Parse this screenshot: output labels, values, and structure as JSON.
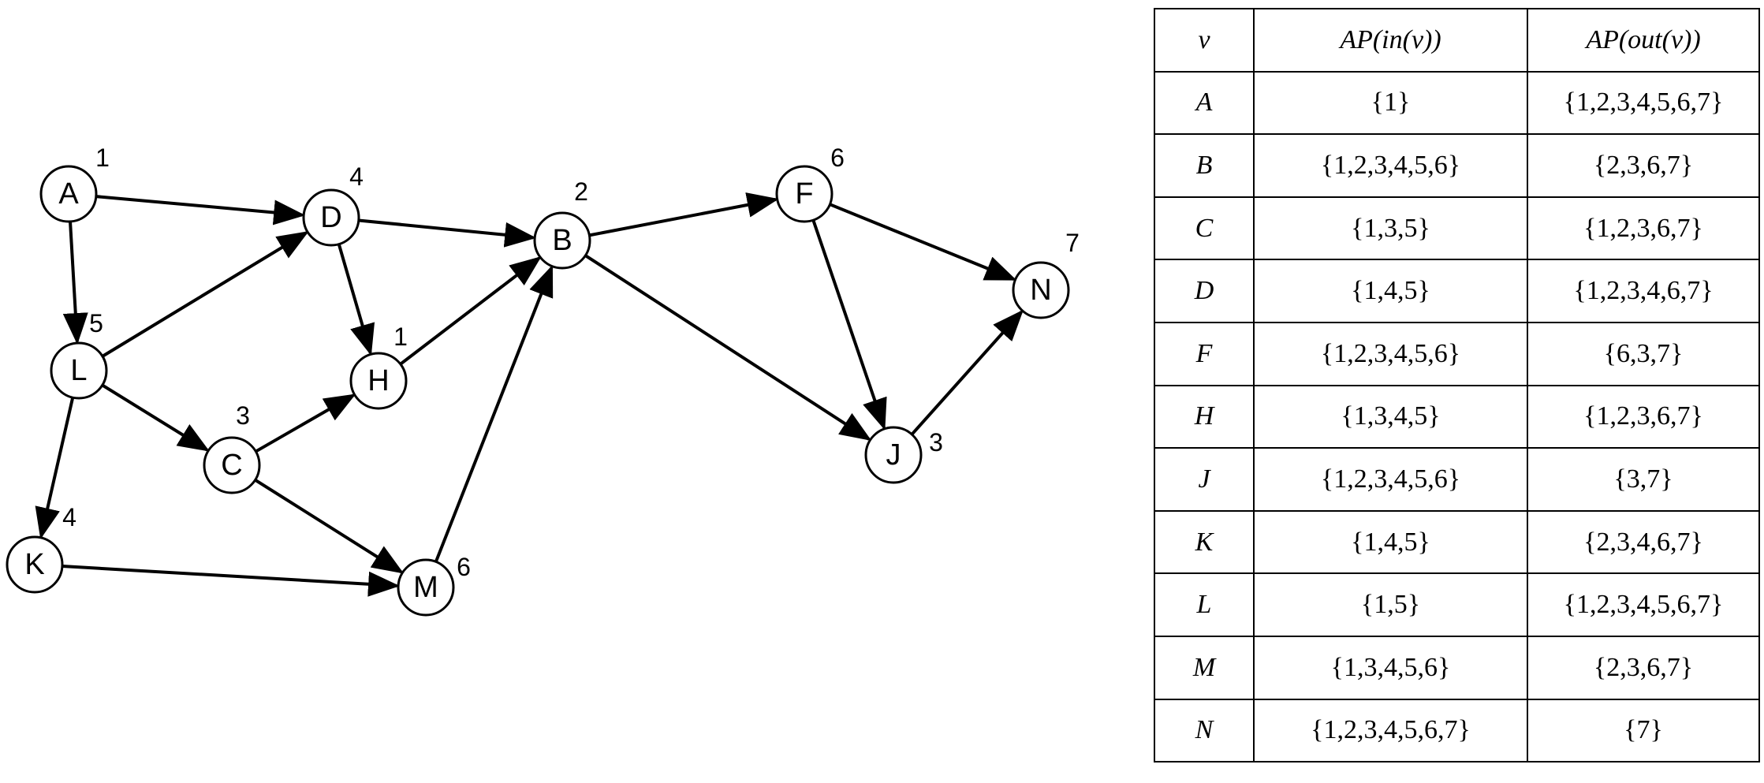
{
  "graph": {
    "nodes": [
      {
        "id": "A",
        "weight": "1"
      },
      {
        "id": "D",
        "weight": "4"
      },
      {
        "id": "B",
        "weight": "2"
      },
      {
        "id": "F",
        "weight": "6"
      },
      {
        "id": "N",
        "weight": "7"
      },
      {
        "id": "L",
        "weight": "5"
      },
      {
        "id": "H",
        "weight": "1"
      },
      {
        "id": "C",
        "weight": "3"
      },
      {
        "id": "J",
        "weight": "3"
      },
      {
        "id": "K",
        "weight": "4"
      },
      {
        "id": "M",
        "weight": "6"
      }
    ],
    "edges": [
      [
        "A",
        "D"
      ],
      [
        "A",
        "L"
      ],
      [
        "D",
        "B"
      ],
      [
        "D",
        "H"
      ],
      [
        "L",
        "D"
      ],
      [
        "L",
        "C"
      ],
      [
        "L",
        "K"
      ],
      [
        "H",
        "B"
      ],
      [
        "C",
        "H"
      ],
      [
        "C",
        "M"
      ],
      [
        "K",
        "M"
      ],
      [
        "M",
        "B"
      ],
      [
        "B",
        "F"
      ],
      [
        "B",
        "J"
      ],
      [
        "F",
        "N"
      ],
      [
        "F",
        "J"
      ],
      [
        "J",
        "N"
      ]
    ]
  },
  "table": {
    "headers": [
      "v",
      "AP(in(v))",
      "AP(out(v))"
    ],
    "rows": [
      [
        "A",
        "{1}",
        "{1,2,3,4,5,6,7}"
      ],
      [
        "B",
        "{1,2,3,4,5,6}",
        "{2,3,6,7}"
      ],
      [
        "C",
        "{1,3,5}",
        "{1,2,3,6,7}"
      ],
      [
        "D",
        "{1,4,5}",
        "{1,2,3,4,6,7}"
      ],
      [
        "F",
        "{1,2,3,4,5,6}",
        "{6,3,7}"
      ],
      [
        "H",
        "{1,3,4,5}",
        "{1,2,3,6,7}"
      ],
      [
        "J",
        "{1,2,3,4,5,6}",
        "{3,7}"
      ],
      [
        "K",
        "{1,4,5}",
        "{2,3,4,6,7}"
      ],
      [
        "L",
        "{1,5}",
        "{1,2,3,4,5,6,7}"
      ],
      [
        "M",
        "{1,3,4,5,6}",
        "{2,3,6,7}"
      ],
      [
        "N",
        "{1,2,3,4,5,6,7}",
        "{7}"
      ]
    ]
  }
}
